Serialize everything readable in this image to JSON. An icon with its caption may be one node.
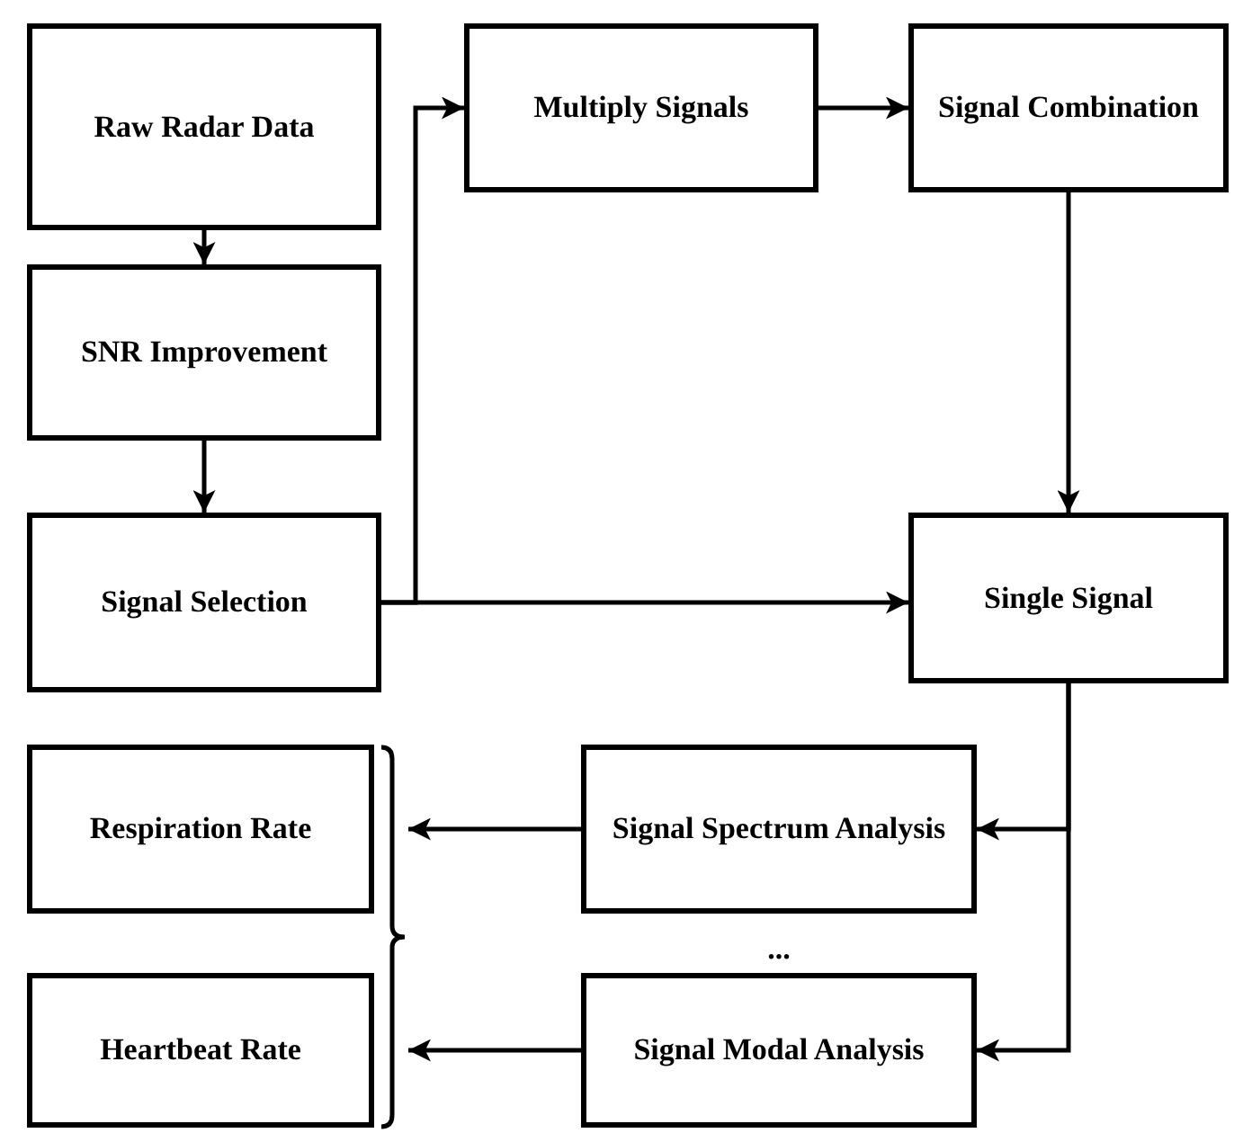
{
  "diagram": {
    "nodes": [
      {
        "text": [
          "Raw Radar Data"
        ]
      },
      {
        "text": [
          "SNR Improvement"
        ]
      },
      {
        "text": [
          "Signal Selection"
        ]
      },
      {
        "text": [
          "Multiply Signals"
        ]
      },
      {
        "text": [
          "Signal Combination"
        ]
      },
      {
        "text": [
          "Single Signal"
        ]
      },
      {
        "text": [
          "Signal Spectrum Analysis"
        ]
      },
      {
        "text": [
          "Signal Modal Analysis"
        ]
      },
      {
        "text": [
          "Respiration Rate"
        ]
      },
      {
        "text": [
          "Heartbeat Rate"
        ]
      },
      {
        "text": [],
        "shape": "bracket"
      }
    ],
    "edges": [
      {
        "from": 0,
        "to": 1,
        "arrow": "to"
      },
      {
        "from": 1,
        "to": 2,
        "arrow": "to"
      },
      {
        "from": 2,
        "to": 3,
        "arrow": "to"
      },
      {
        "from": 2,
        "to": 5,
        "arrow": "to"
      },
      {
        "from": 3,
        "to": 4,
        "arrow": "to"
      },
      {
        "from": 4,
        "to": 5,
        "arrow": "to"
      },
      {
        "from": 5,
        "to": 6,
        "arrow": "to"
      },
      {
        "from": 5,
        "to": 7,
        "arrow": "to"
      },
      {
        "from": 6,
        "to": 10,
        "arrow": "to"
      },
      {
        "from": 7,
        "to": 10,
        "arrow": "to"
      }
    ],
    "labels": [
      "..."
    ]
  }
}
